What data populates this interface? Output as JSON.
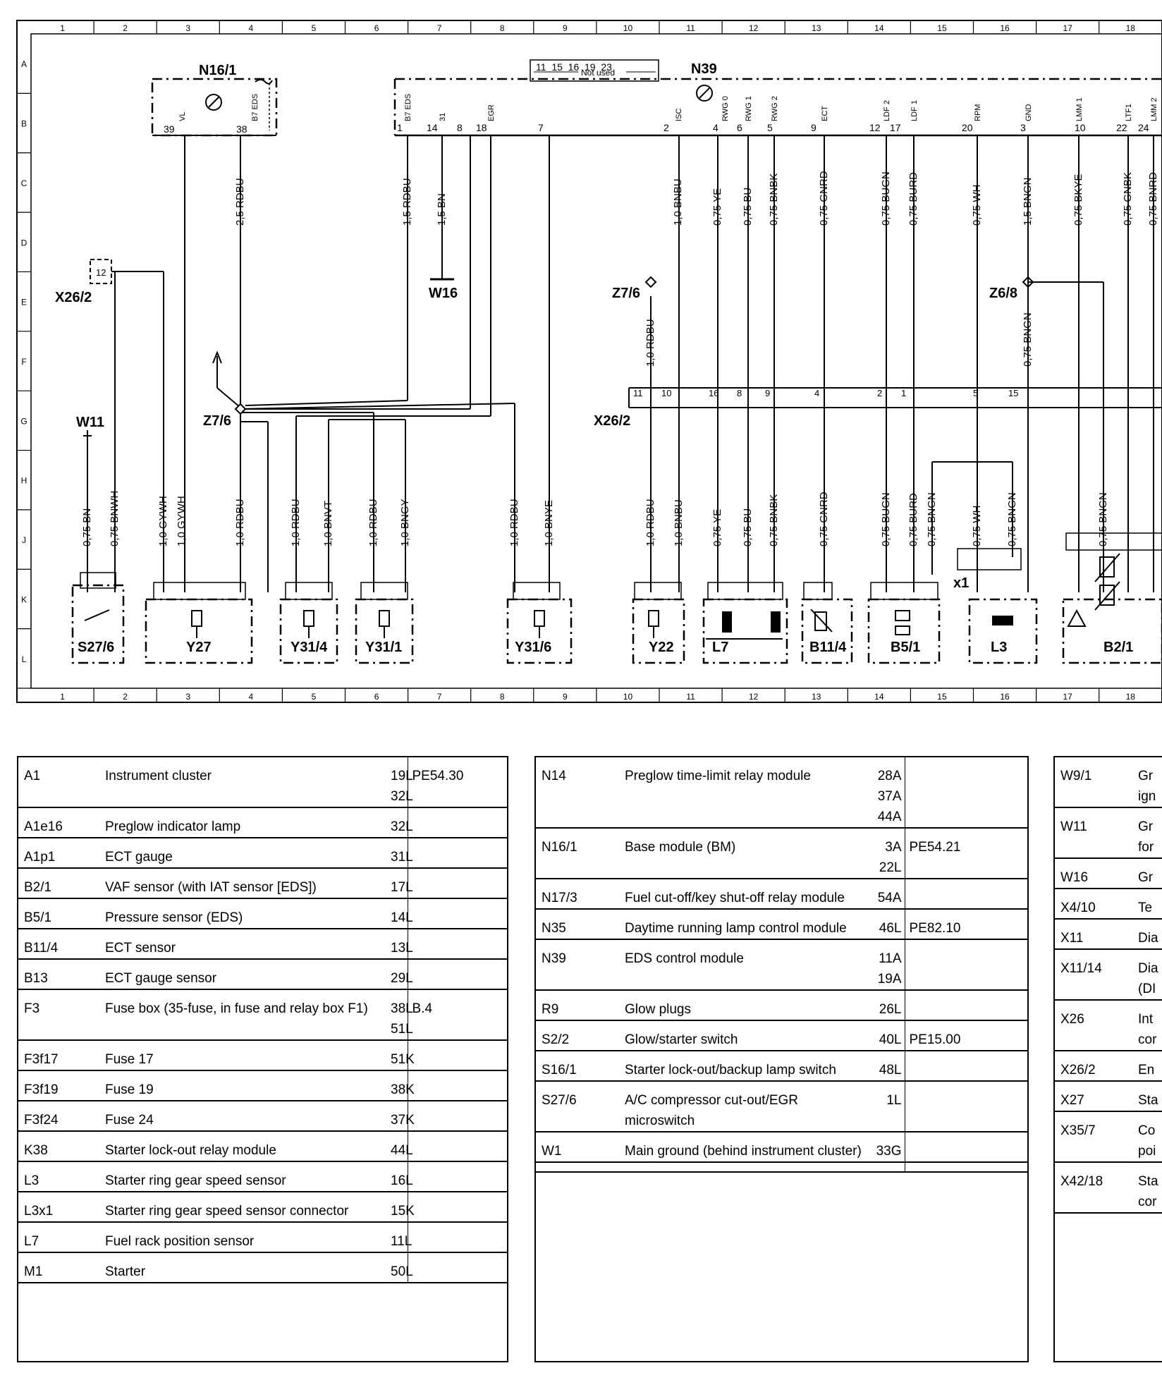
{
  "diagram": {
    "grid_columns": [
      "1",
      "2",
      "3",
      "4",
      "5",
      "6",
      "7",
      "8",
      "9",
      "10",
      "11",
      "12",
      "13",
      "14",
      "15",
      "16",
      "17",
      "18"
    ],
    "grid_rows": [
      "A",
      "B",
      "C",
      "D",
      "E",
      "F",
      "G",
      "H",
      "J",
      "K",
      "L"
    ],
    "not_used_pins": "11  15  16  19  23",
    "not_used_label": "Not used",
    "components": {
      "n16_1": "N16/1",
      "n39": "N39",
      "x26_2_top": "X26/2",
      "w16": "W16",
      "z7_6_top": "Z7/6",
      "z6_8": "Z6/8",
      "w11": "W11",
      "z7_6": "Z7/6",
      "x26_2_mid": "X26/2",
      "x1": "x1",
      "s27_6": "S27/6",
      "y27": "Y27",
      "y31_4": "Y31/4",
      "y31_1": "Y31/1",
      "y31_6": "Y31/6",
      "y22": "Y22",
      "l7": "L7",
      "b11_4": "B11/4",
      "b5_1": "B5/1",
      "l3": "L3",
      "b2_1": "B2/1"
    },
    "n16_pins": [
      "39",
      "38"
    ],
    "n16_signals": [
      "VL",
      "B7 EDS"
    ],
    "n39_pins": [
      "1",
      "14",
      "8",
      "18",
      "7",
      "2",
      "4",
      "6",
      "5",
      "9",
      "12",
      "17",
      "20",
      "3",
      "10",
      "22",
      "24"
    ],
    "n39_signals": [
      "B7 EDS",
      "31",
      "EGR",
      "ISC",
      "RWG 0",
      "RWG 1",
      "RWG 2",
      "ECT",
      "LDF 2",
      "LDF 1",
      "RPM",
      "GND",
      "LMM 1",
      "LTF1",
      "LMM 2"
    ],
    "upper_wires": [
      "2,5 RDBU",
      "1,5 RDBU",
      "1,5 BN",
      "1,0 BNBU",
      "0,75 YE",
      "0,75 BU",
      "0,75 BNBK",
      "0,75 GNRD",
      "0,75 BUGN",
      "0,75 BURD",
      "0,75 WH",
      "1,5 BNGN",
      "0,75 BKYE",
      "0,75 GNBK",
      "0,75 BNRD"
    ],
    "mid_wires": [
      "1,0 RDBU",
      "0,75 BNGN"
    ],
    "x26_pins": [
      "11",
      "10",
      "16",
      "8",
      "9",
      "4",
      "2",
      "1",
      "5",
      "15"
    ],
    "x26_2_top_pin": "12",
    "lower_wires": [
      "0,75 BN",
      "0,75 BNWH",
      "1,0 GYWH",
      "1,0 GYWH",
      "1,0 RDBU",
      "1,0 RDBU",
      "1,0 BNVT",
      "1,0 RDBU",
      "1,0 BNGY",
      "1,0 RDBU",
      "1,0 BNYE",
      "1,0 RDBU",
      "1,0 BNBU",
      "0,75 YE",
      "0,75 BU",
      "0,75 BNBK",
      "0,75 GNRD",
      "0,75 BUGN",
      "0,75 BURD",
      "0,75 BNGN",
      "0,75 WH",
      "0,75 BNGN",
      "0,75 BNGN"
    ]
  },
  "legend": {
    "table1": [
      {
        "code": "A1",
        "desc": "Instrument cluster",
        "loc": "19L\n32L",
        "ref": "PE54.30"
      },
      {
        "code": "A1e16",
        "desc": "Preglow indicator lamp",
        "loc": "32L",
        "ref": ""
      },
      {
        "code": "A1p1",
        "desc": "ECT gauge",
        "loc": "31L",
        "ref": ""
      },
      {
        "code": "B2/1",
        "desc": "VAF sensor (with IAT sensor [EDS])",
        "loc": "17L",
        "ref": ""
      },
      {
        "code": "B5/1",
        "desc": "Pressure sensor (EDS)",
        "loc": "14L",
        "ref": ""
      },
      {
        "code": "B11/4",
        "desc": "ECT sensor",
        "loc": "13L",
        "ref": ""
      },
      {
        "code": "B13",
        "desc": "ECT gauge sensor",
        "loc": "29L",
        "ref": ""
      },
      {
        "code": "F3",
        "desc": "Fuse box (35-fuse, in fuse and relay box F1)",
        "loc": "38L\n51L",
        "ref": "B.4"
      },
      {
        "code": "F3f17",
        "desc": "Fuse 17",
        "loc": "51K",
        "ref": ""
      },
      {
        "code": "F3f19",
        "desc": "Fuse 19",
        "loc": "38K",
        "ref": ""
      },
      {
        "code": "F3f24",
        "desc": "Fuse 24",
        "loc": "37K",
        "ref": ""
      },
      {
        "code": "K38",
        "desc": "Starter lock-out relay module",
        "loc": "44L",
        "ref": ""
      },
      {
        "code": "L3",
        "desc": "Starter ring gear speed sensor",
        "loc": "16L",
        "ref": ""
      },
      {
        "code": "L3x1",
        "desc": "Starter ring gear speed sensor connector",
        "loc": "15K",
        "ref": ""
      },
      {
        "code": "L7",
        "desc": "Fuel rack position sensor",
        "loc": "11L",
        "ref": ""
      },
      {
        "code": "M1",
        "desc": "Starter",
        "loc": "50L",
        "ref": ""
      }
    ],
    "table2": [
      {
        "code": "N14",
        "desc": "Preglow time-limit relay module",
        "loc": "28A\n37A\n44A",
        "ref": ""
      },
      {
        "code": "N16/1",
        "desc": "Base module (BM)",
        "loc": "3A\n22L",
        "ref": "PE54.21"
      },
      {
        "code": "N17/3",
        "desc": "Fuel cut-off/key shut-off relay module",
        "loc": "54A",
        "ref": ""
      },
      {
        "code": "N35",
        "desc": "Daytime running lamp control module",
        "loc": "46L",
        "ref": "PE82.10"
      },
      {
        "code": "N39",
        "desc": "EDS control module",
        "loc": "11A\n19A",
        "ref": ""
      },
      {
        "code": "R9",
        "desc": "Glow plugs",
        "loc": "26L",
        "ref": ""
      },
      {
        "code": "S2/2",
        "desc": "Glow/starter switch",
        "loc": "40L",
        "ref": "PE15.00"
      },
      {
        "code": "S16/1",
        "desc": "Starter lock-out/backup lamp switch",
        "loc": "48L",
        "ref": ""
      },
      {
        "code": "S27/6",
        "desc": "A/C compressor cut-out/EGR microswitch",
        "loc": "1L",
        "ref": ""
      },
      {
        "code": "W1",
        "desc": "Main ground (behind instrument cluster)",
        "loc": "33G",
        "ref": ""
      },
      {
        "code": "",
        "desc": "",
        "loc": "",
        "ref": ""
      }
    ],
    "table3": [
      {
        "code": "W9/1",
        "desc": "Gr\nign"
      },
      {
        "code": "W11",
        "desc": "Gr\nfor"
      },
      {
        "code": "W16",
        "desc": "Gr"
      },
      {
        "code": "X4/10",
        "desc": "Te"
      },
      {
        "code": "X11",
        "desc": "Dia"
      },
      {
        "code": "X11/14",
        "desc": "Dia\n(DI"
      },
      {
        "code": "X26",
        "desc": "Int\ncor"
      },
      {
        "code": "X26/2",
        "desc": "En"
      },
      {
        "code": "X27",
        "desc": "Sta"
      },
      {
        "code": "X35/7",
        "desc": "Co\npoi"
      },
      {
        "code": "X42/18",
        "desc": "Sta\ncor"
      }
    ]
  }
}
